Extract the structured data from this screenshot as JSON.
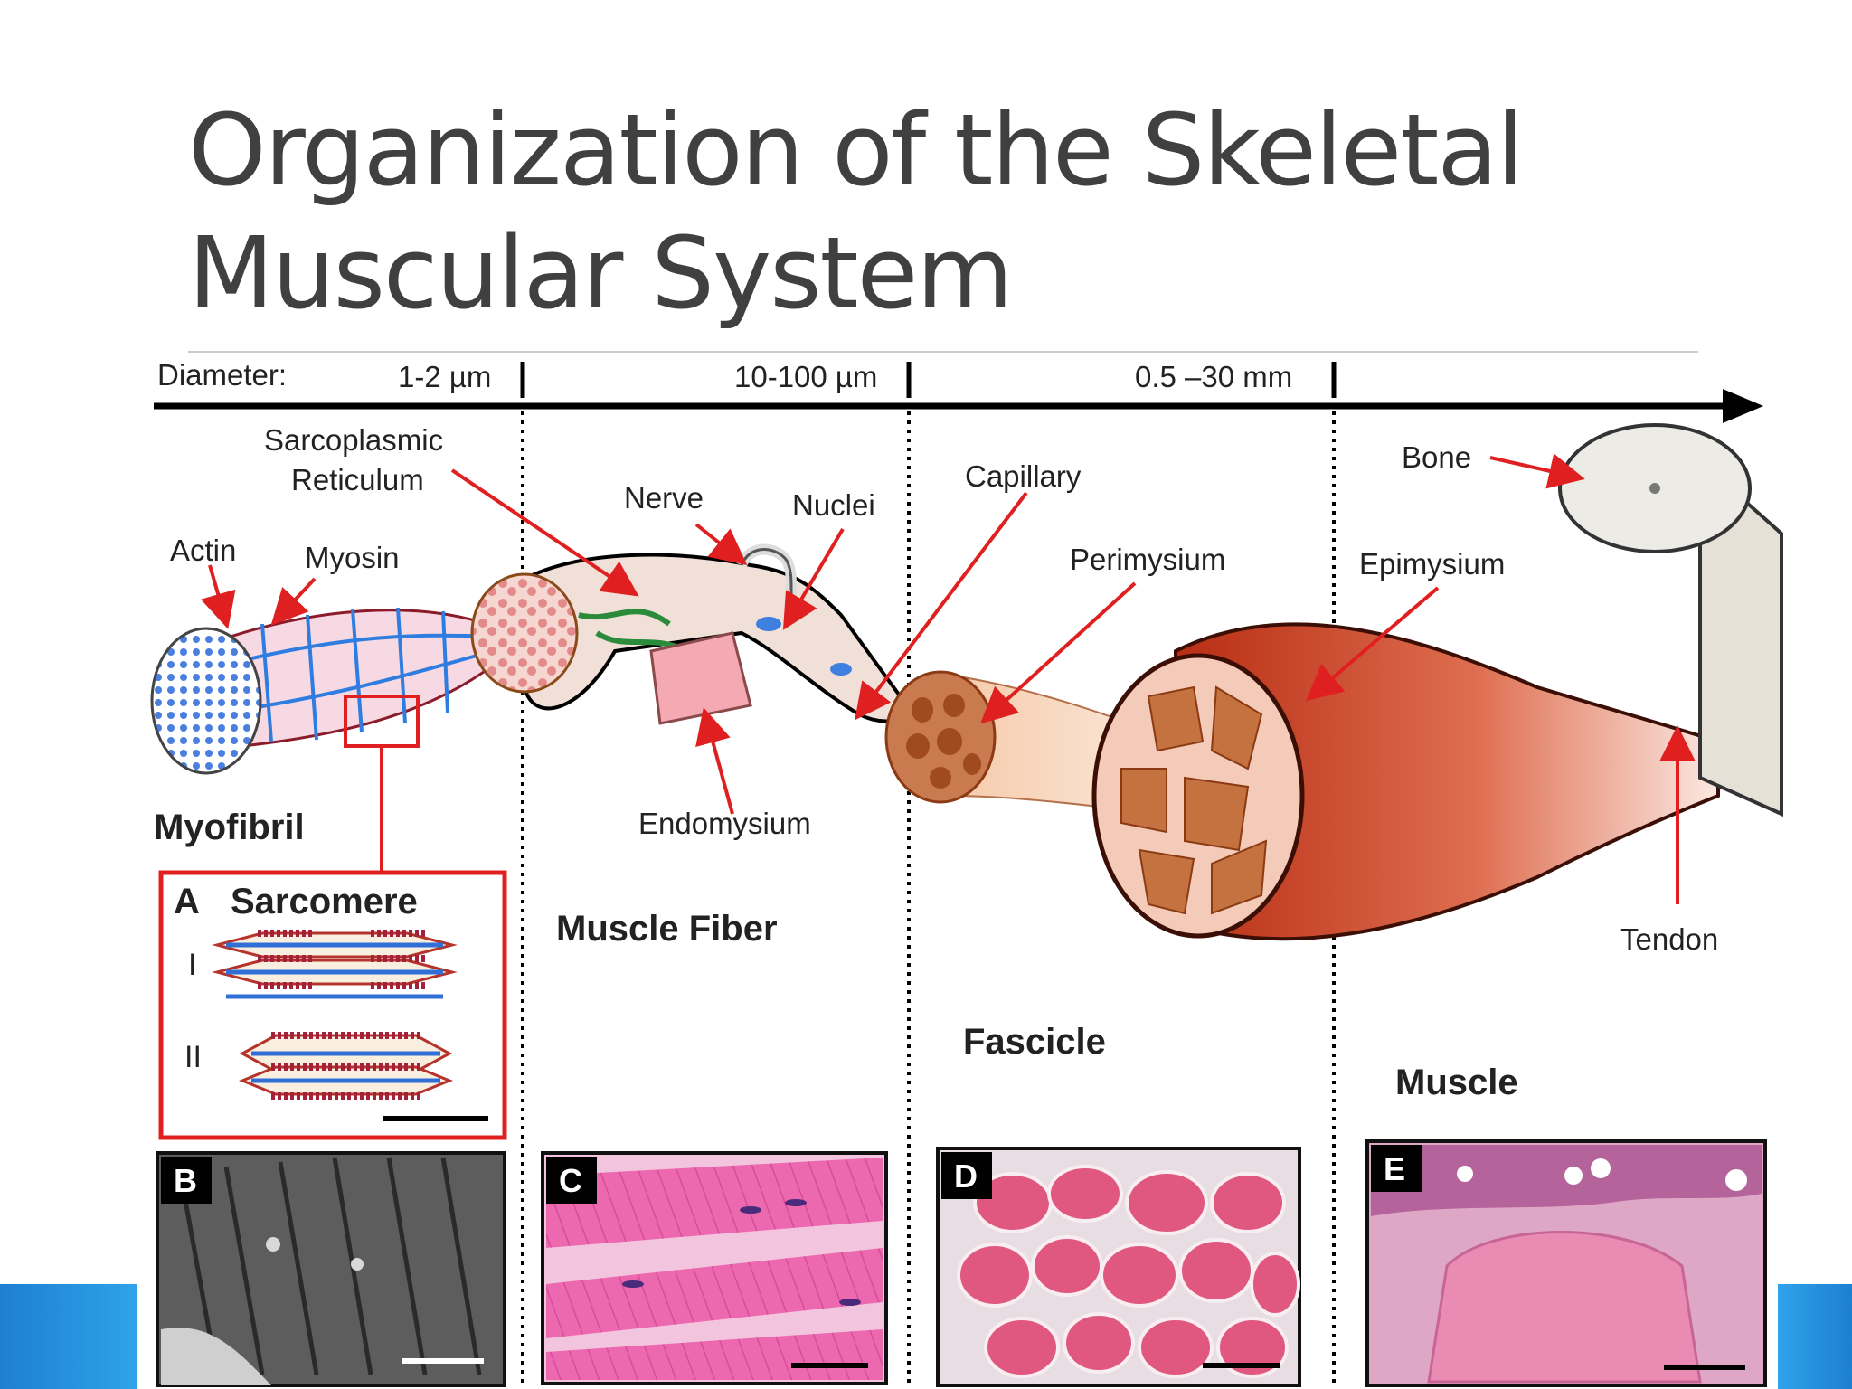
{
  "slide": {
    "title_line1": "Organization of the Skeletal",
    "title_line2": "Muscular System"
  },
  "scale_bar": {
    "diameter_label": "Diameter:",
    "ranges": [
      "1-2 µm",
      "10-100 µm",
      "0.5 –30  mm"
    ]
  },
  "labels": {
    "sarcoplasmic_line1": "Sarcoplasmic",
    "sarcoplasmic_line2": "Reticulum",
    "actin": "Actin",
    "myosin": "Myosin",
    "nerve": "Nerve",
    "nuclei": "Nuclei",
    "capillary": "Capillary",
    "perimysium": "Perimysium",
    "endomysium": "Endomysium",
    "bone": "Bone",
    "epimysium": "Epimysium",
    "tendon": "Tendon"
  },
  "sections": {
    "myofibril": "Myofibril",
    "muscle_fiber": "Muscle Fiber",
    "fascicle": "Fascicle",
    "muscle": "Muscle"
  },
  "panel_a": {
    "letter": "A",
    "title": "Sarcomere",
    "row1": "I",
    "row2": "II"
  },
  "panels": [
    "B",
    "C",
    "D",
    "E"
  ],
  "colors": {
    "accent_red": "#e02020",
    "muscle_red": "#c23a1e",
    "tissue_pink": "#e05aa6",
    "slide_blue": "#1e7fd1"
  }
}
